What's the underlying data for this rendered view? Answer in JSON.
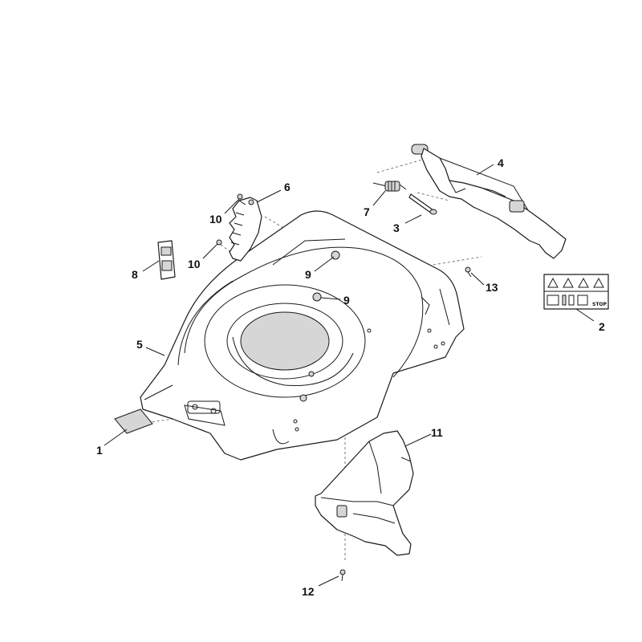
{
  "callouts": [
    {
      "label": "1"
    },
    {
      "label": "2"
    },
    {
      "label": "3"
    },
    {
      "label": "4"
    },
    {
      "label": "5"
    },
    {
      "label": "6"
    },
    {
      "label": "7"
    },
    {
      "label": "8"
    },
    {
      "label": "9"
    },
    {
      "label": "9"
    },
    {
      "label": "10"
    },
    {
      "label": "10"
    },
    {
      "label": "11"
    },
    {
      "label": "12"
    },
    {
      "label": "13"
    }
  ],
  "warning_label": {
    "stop_text": "STOP"
  }
}
